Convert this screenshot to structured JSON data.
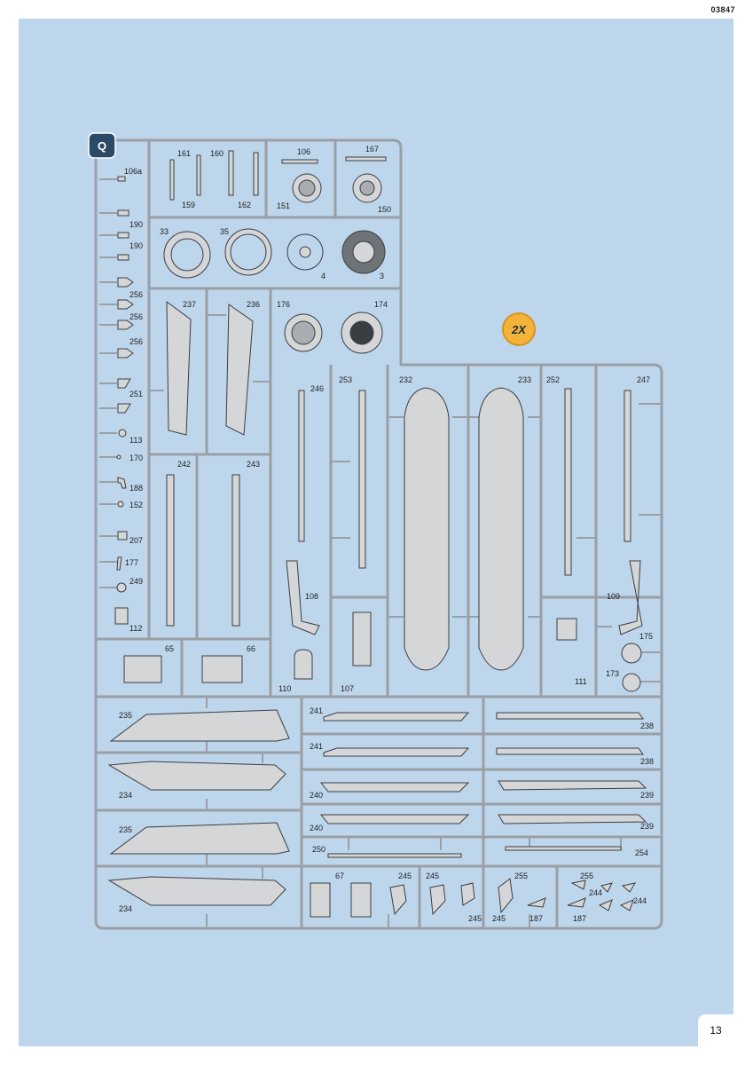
{
  "doc_code": "03847",
  "page_number": "13",
  "sprue_letter": "Q",
  "multiplier": "2X",
  "colors": {
    "panel": "#bed6ec",
    "frame": "#9a9fa5",
    "part": "#d4d6d8",
    "outline": "#3a3d42",
    "badge": "#f3b23a"
  },
  "parts": {
    "p106a": "106a",
    "p190a": "190",
    "p190b": "190",
    "p256a": "256",
    "p256b": "256",
    "p256c": "256",
    "p251": "251",
    "p113": "113",
    "p170": "170",
    "p188": "188",
    "p152": "152",
    "p207": "207",
    "p177": "177",
    "p249": "249",
    "p112": "112",
    "p161": "161",
    "p160": "160",
    "p159": "159",
    "p162": "162",
    "p106": "106",
    "p151": "151",
    "p167": "167",
    "p150": "150",
    "p33": "33",
    "p35": "35",
    "p4": "4",
    "p3": "3",
    "p237": "237",
    "p236": "236",
    "p176": "176",
    "p174": "174",
    "p242": "242",
    "p243": "243",
    "p246": "246",
    "p253": "253",
    "p232": "232",
    "p233": "233",
    "p252": "252",
    "p247": "247",
    "p108": "108",
    "p109": "109",
    "p175": "175",
    "p173": "173",
    "p65": "65",
    "p66": "66",
    "p110": "110",
    "p107": "107",
    "p111": "111",
    "p235a": "235",
    "p234a": "234",
    "p235b": "235",
    "p234b": "234",
    "p241a": "241",
    "p241b": "241",
    "p240a": "240",
    "p240b": "240",
    "p238a": "238",
    "p238b": "238",
    "p239a": "239",
    "p239b": "239",
    "p250": "250",
    "p254": "254",
    "p67": "67",
    "p245a": "245",
    "p245b": "245",
    "p245c": "245",
    "p245d": "245",
    "p255a": "255",
    "p255b": "255",
    "p187a": "187",
    "p187b": "187",
    "p244a": "244",
    "p244b": "244"
  }
}
